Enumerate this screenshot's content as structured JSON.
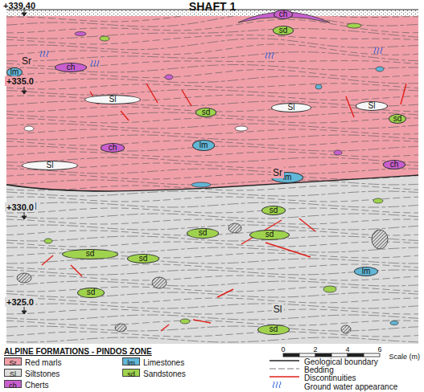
{
  "diagram": {
    "title": "SHAFT 1",
    "nodes": [
      {
        "text": [
          "Sr",
          "Sr"
        ]
      },
      {
        "text": [
          "ch"
        ],
        "in": 0
      },
      {
        "text": [
          "sd"
        ],
        "in": 0
      },
      {
        "text": [
          "lm"
        ],
        "in": 0
      },
      {
        "text": [
          "ch"
        ],
        "in": 0
      },
      {
        "text": [
          "Sl"
        ],
        "in": 0
      },
      {
        "text": [
          "Sl"
        ],
        "in": 0
      },
      {
        "text": [
          "sd"
        ],
        "in": 0
      },
      {
        "text": [
          "Sl"
        ],
        "in": 0
      },
      {
        "text": [
          "sd"
        ],
        "in": 0
      },
      {
        "text": [
          "lm"
        ],
        "in": 0
      },
      {
        "text": [
          "ch"
        ],
        "in": 0
      },
      {
        "text": [
          "Sl"
        ],
        "in": 0
      },
      {
        "text": [
          "ch"
        ],
        "in": 0
      },
      {
        "text": [
          "lm"
        ],
        "in": 0
      },
      {
        "text": [
          "Sl",
          "Sl"
        ]
      },
      {
        "text": [
          "sd"
        ],
        "in": 15
      },
      {
        "text": [
          "sd"
        ],
        "in": 15
      },
      {
        "text": [
          "sd"
        ],
        "in": 15
      },
      {
        "text": [
          "sd"
        ],
        "in": 15
      },
      {
        "text": [
          "sd"
        ],
        "in": 15
      },
      {
        "text": [
          "lm"
        ],
        "in": 15
      },
      {
        "text": [
          "sd"
        ],
        "in": 15
      },
      {
        "text": [
          "sd"
        ],
        "in": 15
      }
    ],
    "labels": [
      "+339.40",
      "+335.0",
      "+330.0",
      "+325.0",
      "ALPINE FORMATIONS - PINDOS ZONE",
      "Sr",
      "Sl",
      "ch",
      "lm",
      "sd",
      "0",
      "2",
      "4",
      "6",
      "Scale (m)"
    ],
    "legend": [
      {
        "text": "Red marls",
        "color": "#f09fa9"
      },
      {
        "text": "Siltstones",
        "color": "#dcdcdc"
      },
      {
        "text": "Cherts",
        "color": "#c95fcf"
      },
      {
        "text": "Limestones",
        "color": "#62b6d6"
      },
      {
        "text": "Sandstones",
        "color": "#9fd34d"
      },
      {
        "text": "Geological boundary"
      },
      {
        "text": "Bedding"
      },
      {
        "text": "Discontinuities"
      },
      {
        "text": "Ground water appearance"
      }
    ]
  }
}
